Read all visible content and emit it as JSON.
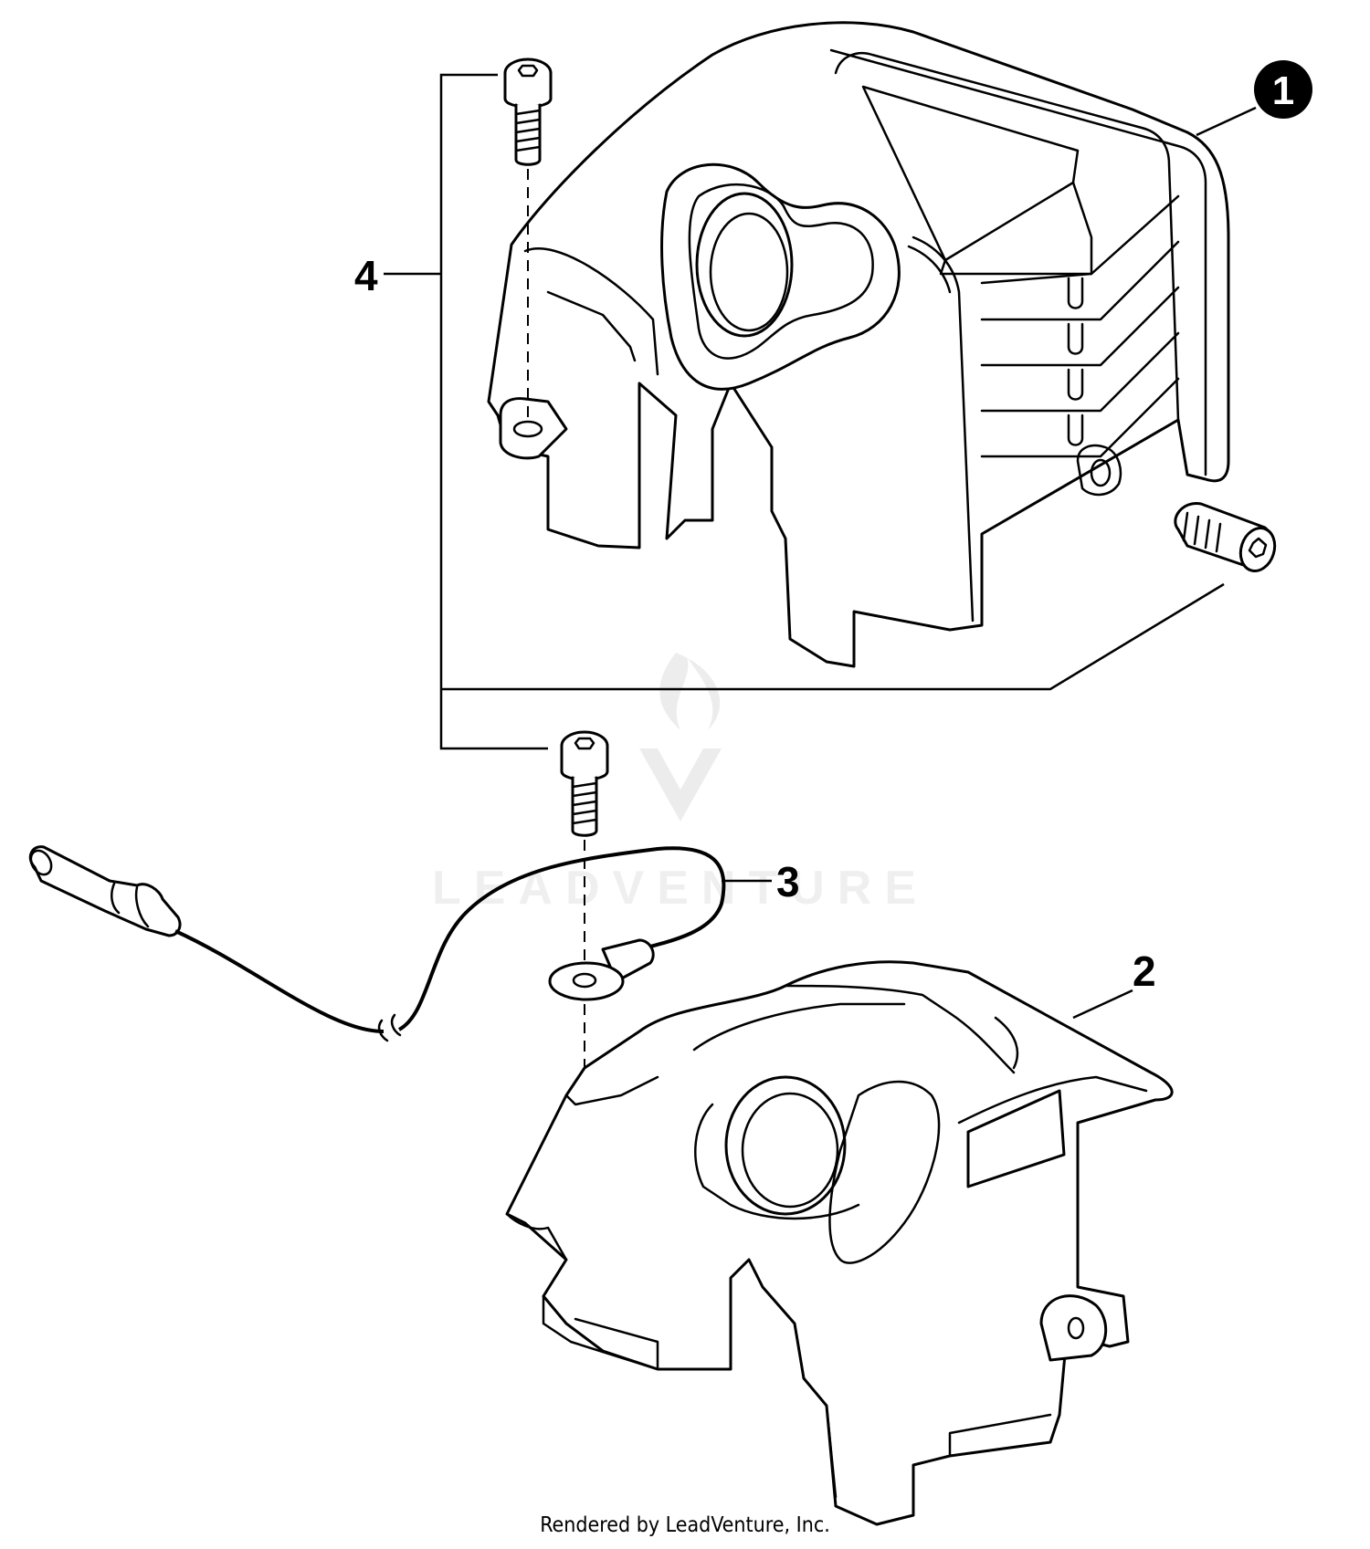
{
  "callouts": {
    "part1": "1",
    "part2": "2",
    "part3": "3",
    "part4": "4"
  },
  "watermark": {
    "text": "LEADVENTURE"
  },
  "footer": {
    "text": "Rendered by LeadVenture, Inc."
  },
  "colors": {
    "line": "#000000",
    "background": "#ffffff"
  },
  "icons": {
    "watermark_logo": "flame-v-logo"
  }
}
